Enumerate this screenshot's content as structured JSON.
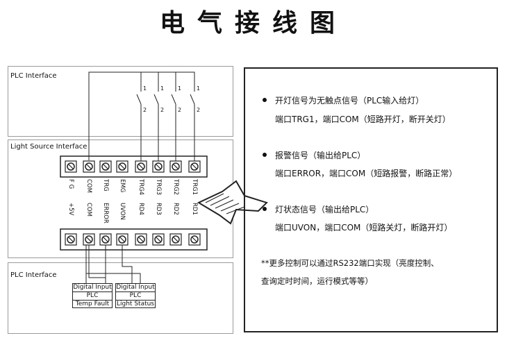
{
  "title": "电气接线图",
  "panels": {
    "top": "PLC Interface",
    "middle": "Light Source Interface",
    "bottom": "PLC Interface"
  },
  "switch_numbers": {
    "upper": "1",
    "lower": "2"
  },
  "top_terminals": [
    "F G",
    "COM",
    "TRG",
    "EMG",
    "TRG4",
    "TRG3",
    "TRG2",
    "TRG1"
  ],
  "bottom_terminals": [
    "+5V",
    "COM",
    "ERROR",
    "UVON",
    "RD4",
    "RD3",
    "RD2",
    "RD1"
  ],
  "plc_boxes": [
    {
      "rows": [
        "Digital Input",
        "PLC",
        "Temp Fault"
      ]
    },
    {
      "rows": [
        "Digital Input",
        "PLC",
        "Light Status"
      ]
    }
  ],
  "notes": [
    {
      "heading": "开灯信号为无触点信号（PLC输入给灯）",
      "detail": "端口TRG1，端口COM（短路开灯，断开关灯）"
    },
    {
      "heading": "报警信号（输出给PLC）",
      "detail": "端口ERROR，端口COM（短路报警，断路正常）"
    },
    {
      "heading": "灯状态信号（输出给PLC）",
      "detail": "端口UVON，端口COM（短路关灯，断路开灯）"
    }
  ],
  "footnote": [
    "**更多控制可以通过RS232端口实现（亮度控制、",
    "查询定时时间，运行模式等等）"
  ]
}
